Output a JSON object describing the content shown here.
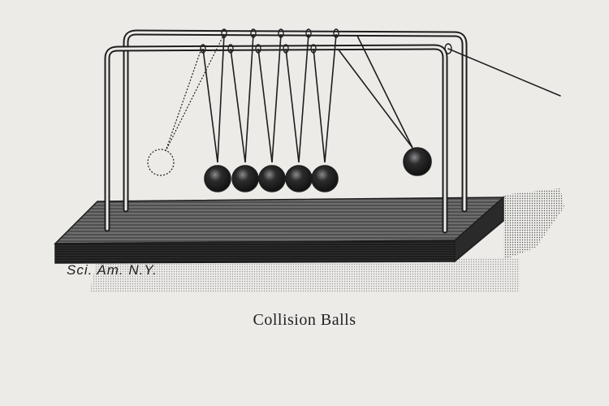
{
  "figure": {
    "caption": "Collision Balls",
    "signature": "Sci. Am. N.Y."
  },
  "colors": {
    "paper": "#ecebe8",
    "ink": "#1e1e1e",
    "base_top": "#7a7a7a",
    "base_front": "#3f3f3f",
    "ball": "#1d1d1d"
  },
  "apparatus": {
    "resting_balls": 5,
    "raised_ball_side": "right",
    "ghost_ball_side": "left"
  }
}
